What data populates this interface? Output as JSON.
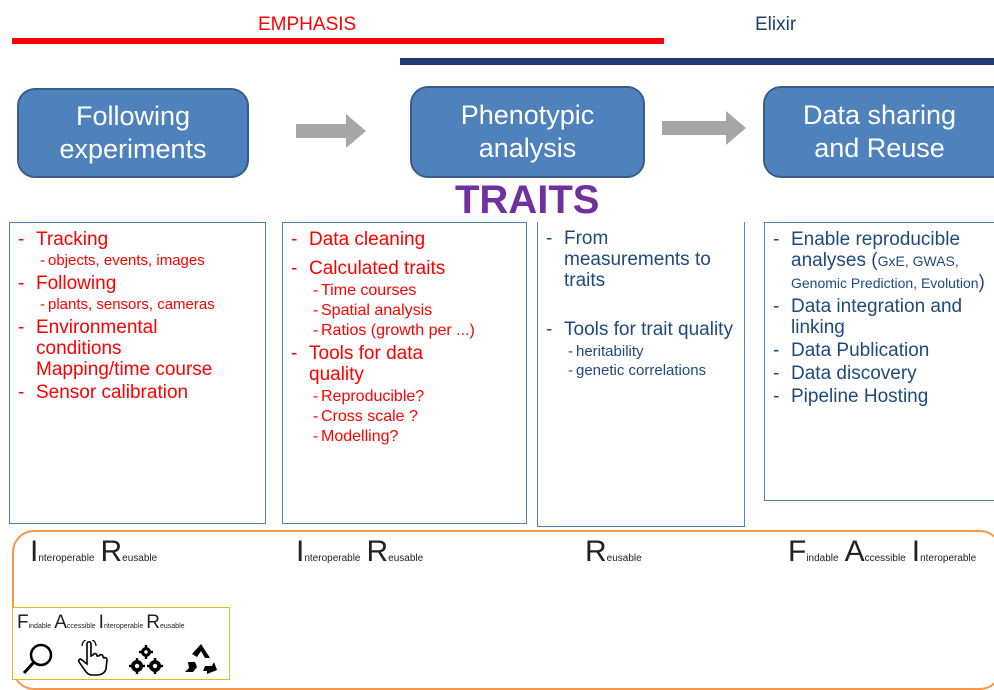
{
  "header": {
    "emphasis_label": "EMPHASIS",
    "elixir_label": "Elixir",
    "emphasis_color": "#ff0000",
    "elixir_color": "#1f3d73"
  },
  "stages": {
    "following": [
      "Following",
      "experiments"
    ],
    "phenotypic": [
      "Phenotypic",
      "analysis"
    ],
    "sharing": [
      "Data sharing",
      "and Reuse"
    ]
  },
  "traits_label": "TRAITS",
  "panel1": {
    "tracking": "Tracking",
    "tracking_sub": "objects, events, images",
    "following": "Following",
    "following_sub": "plants, sensors, cameras",
    "env": "Environmental conditions Mapping/time course",
    "sensor": "Sensor calibration"
  },
  "panel2": {
    "cleaning": "Data cleaning",
    "calculated": "Calculated traits",
    "calc_subs": [
      "Time courses",
      "Spatial analysis",
      "Ratios (growth per ...)"
    ],
    "tools": "Tools for data quality",
    "tools_subs": [
      "Reproducible?",
      "Cross scale ?",
      "Modelling?"
    ]
  },
  "panel3": {
    "from": "From measurements to traits",
    "tools": "Tools for trait quality",
    "tools_subs": [
      "heritability",
      "genetic correlations"
    ]
  },
  "panel4": {
    "enable": "Enable reproducible analyses",
    "enable_paren_open": " (",
    "enable_small": "GxE, GWAS, Genomic Prediction, Evolution",
    "enable_paren_close": ")",
    "integration": "Data integration and linking",
    "publication": "Data Publication",
    "discovery": "Data discovery",
    "hosting": "Pipeline Hosting"
  },
  "fair": {
    "col1": [
      {
        "big": "I",
        "small": "nteroperable"
      },
      {
        "big": "R",
        "small": "eusable"
      }
    ],
    "col2": [
      {
        "big": "I",
        "small": "nteroperable"
      },
      {
        "big": "R",
        "small": "eusable"
      }
    ],
    "col3": [
      {
        "big": "R",
        "small": "eusable"
      }
    ],
    "col4": [
      {
        "big": "F",
        "small": "indable"
      },
      {
        "big": "A",
        "small": "ccessible"
      },
      {
        "big": "I",
        "small": "nteroperable"
      }
    ]
  },
  "legend": [
    {
      "big": "F",
      "small": "indable",
      "icon": "magnifier-icon"
    },
    {
      "big": "A",
      "small": "ccessible",
      "icon": "hand-pointer-icon"
    },
    {
      "big": "I",
      "small": "nteroperable",
      "icon": "gears-icon"
    },
    {
      "big": "R",
      "small": "eusable",
      "icon": "recycle-icon"
    }
  ]
}
